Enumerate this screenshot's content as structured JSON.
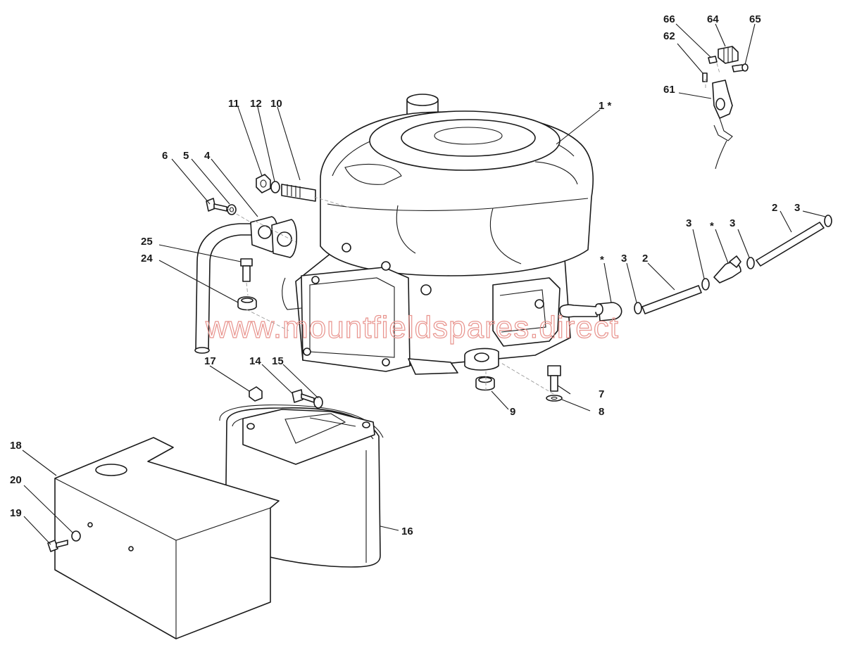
{
  "watermark": "www.mountfieldspares.direct",
  "callouts": {
    "c1": "1 *",
    "c2a": "2",
    "c2b": "2",
    "c3a": "3",
    "c3b": "3",
    "c3c": "3",
    "c3d": "3",
    "star_a": "*",
    "star_b": "*",
    "c4": "4",
    "c5": "5",
    "c6": "6",
    "c7": "7",
    "c8": "8",
    "c9": "9",
    "c10": "10",
    "c11": "11",
    "c12": "12",
    "c14": "14",
    "c15": "15",
    "c16": "16",
    "c17": "17",
    "c18": "18",
    "c19": "19",
    "c20": "20",
    "c24": "24",
    "c25": "25",
    "c61": "61",
    "c62": "62",
    "c64": "64",
    "c65": "65",
    "c66": "66"
  }
}
